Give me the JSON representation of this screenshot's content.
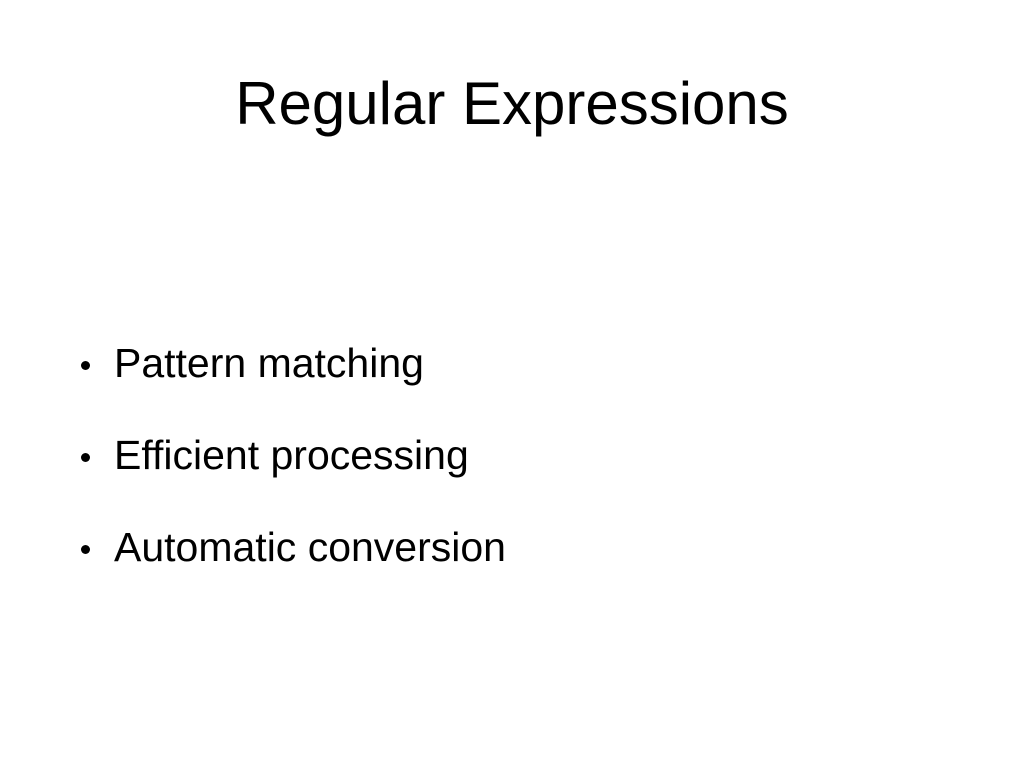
{
  "slide": {
    "title": "Regular Expressions",
    "bullets": [
      {
        "label": "Pattern matching"
      },
      {
        "label": "Efficient processing"
      },
      {
        "label": "Automatic conversion"
      }
    ],
    "colors": {
      "background": "#ffffff",
      "text": "#000000"
    }
  }
}
